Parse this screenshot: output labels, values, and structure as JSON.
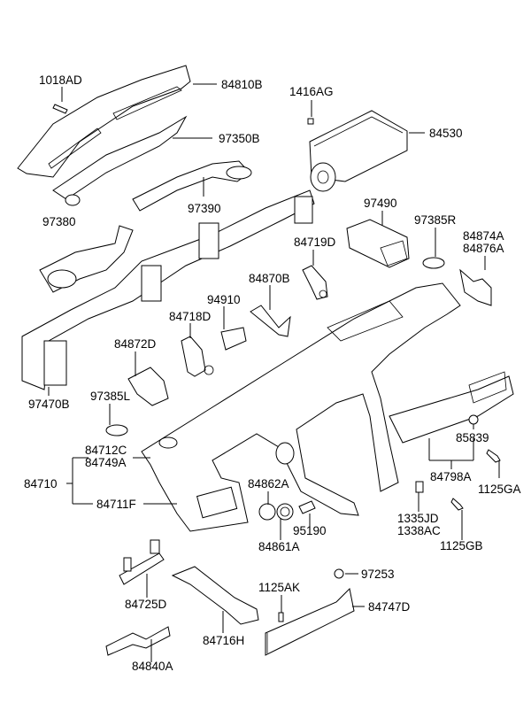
{
  "diagram": {
    "title": "Crash Pad / Instrument Panel Parts Diagram",
    "labels": {
      "p1018AD": "1018AD",
      "p84810B": "84810B",
      "p1416AG": "1416AG",
      "p97350B": "97350B",
      "p84530": "84530",
      "p97380": "97380",
      "p97390": "97390",
      "p97490": "97490",
      "p97385R": "97385R",
      "p84874A": "84874A",
      "p84876A": "84876A",
      "p84719D": "84719D",
      "p84870B": "84870B",
      "p94910": "94910",
      "p84718D": "84718D",
      "p84872D": "84872D",
      "p97470B": "97470B",
      "p97385L": "97385L",
      "p85839": "85839",
      "p84712C": "84712C",
      "p84749A": "84749A",
      "p84710": "84710",
      "p84711F": "84711F",
      "p84798A": "84798A",
      "p1125GA": "1125GA",
      "p84862A": "84862A",
      "p1335JD": "1335JD",
      "p1338AC": "1338AC",
      "p84861A": "84861A",
      "p95190": "95190",
      "p1125GB": "1125GB",
      "p97253": "97253",
      "p1125AK": "1125AK",
      "p84747D": "84747D",
      "p84725D": "84725D",
      "p84716H": "84716H",
      "p84840A": "84840A"
    }
  }
}
